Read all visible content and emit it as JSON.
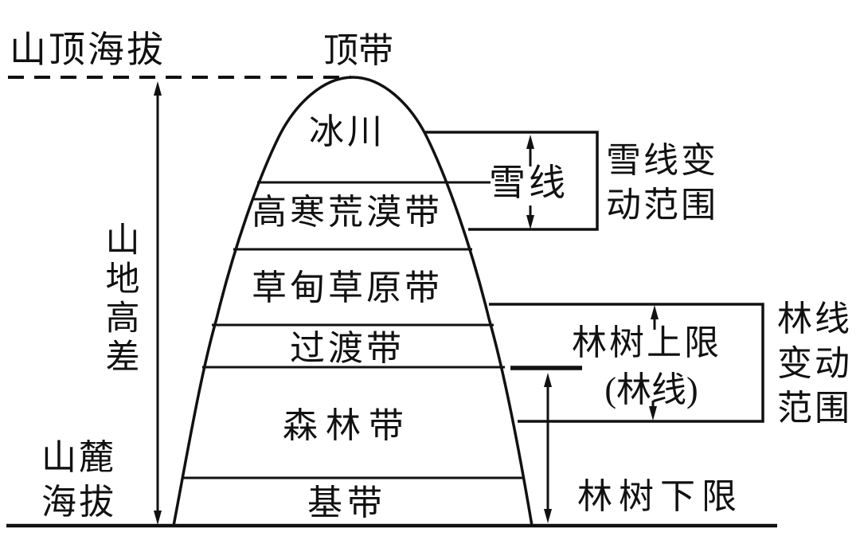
{
  "colors": {
    "ink": "#111111",
    "background": "#ffffff"
  },
  "left_axis": {
    "summit_elevation_label": "山顶海拔",
    "relief_label": "山地高差",
    "foothill_elevation_lines": [
      "山麓",
      "海拔"
    ]
  },
  "mountain": {
    "summit_label": "顶带",
    "zones": [
      "冰川",
      "高寒荒漠带",
      "草甸草原带",
      "过渡带",
      "森林带",
      "基带"
    ]
  },
  "snow_line": {
    "label": "雪线",
    "range_lines": [
      "雪线变",
      "动范围"
    ]
  },
  "tree_line": {
    "upper_label": "林树上限",
    "upper_label_paren": "(林线)",
    "range_lines": [
      "林线",
      "变动",
      "范围"
    ],
    "lower_label": "林树下限"
  }
}
